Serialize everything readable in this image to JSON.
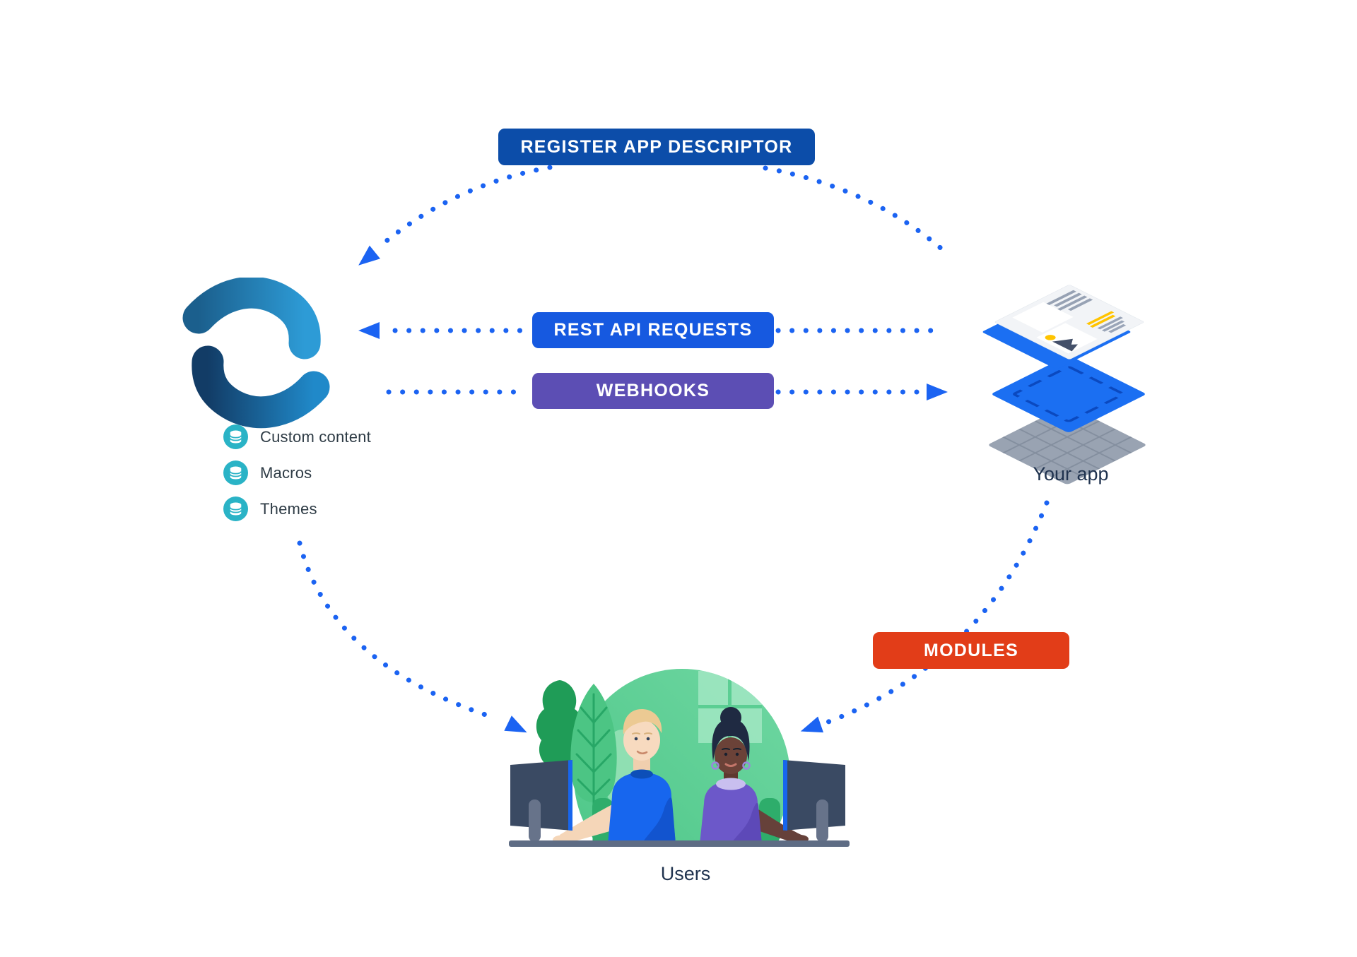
{
  "badges": {
    "register": {
      "label": "REGISTER APP DESCRIPTOR"
    },
    "rest": {
      "label": "REST API REQUESTS"
    },
    "webhooks": {
      "label": "WEBHOOKS"
    },
    "modules": {
      "label": "MODULES"
    }
  },
  "confluence": {
    "features": [
      {
        "icon": "database-icon",
        "label": "Custom content"
      },
      {
        "icon": "database-icon",
        "label": "Macros"
      },
      {
        "icon": "database-icon",
        "label": "Themes"
      }
    ]
  },
  "nodes": {
    "your_app": {
      "label": "Your app"
    },
    "users": {
      "label": "Users"
    }
  },
  "colors": {
    "register-bg": "#0c4da9",
    "rest-bg": "#1659e0",
    "webhooks-bg": "#5c4eb4",
    "modules-bg": "#e23d18",
    "arrow": "#1b63f2",
    "icon-teal": "#2ab3c6",
    "item-text": "#2e3b45",
    "node-label": "#20334f"
  }
}
